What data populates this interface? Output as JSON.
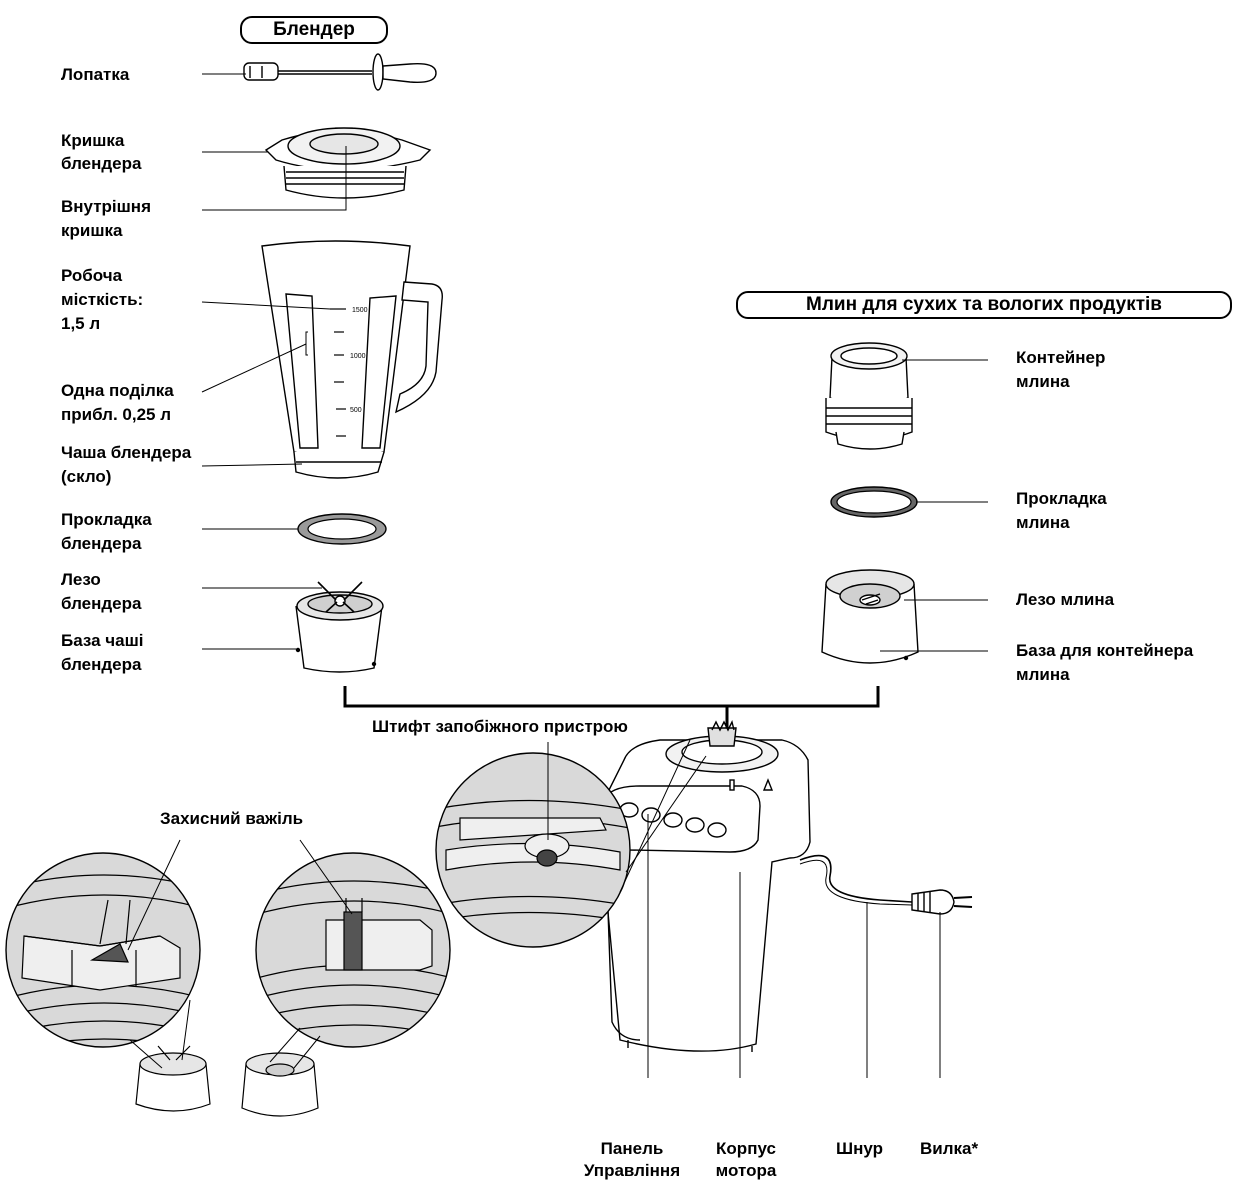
{
  "titles": {
    "blender": "Блендер",
    "grinder": "Млин для сухих та вологих продуктів"
  },
  "labels": {
    "spatula": "Лопатка",
    "lid_1": "Кришка",
    "lid_2": "блендера",
    "inner_lid_1": "Внутрішня",
    "inner_lid_2": "кришка",
    "capacity_1": "Робоча",
    "capacity_2": "місткість:",
    "capacity_3": "1,5 л",
    "division_1": "Одна поділка",
    "division_2": "прибл. 0,25 л",
    "jar_1": "Чаша блендера",
    "jar_2": "(скло)",
    "gasket_1": "Прокладка",
    "gasket_2": "блендера",
    "blade_1": "Лезо",
    "blade_2": "блендера",
    "base_1": "База чаші",
    "base_2": "блендера",
    "grinder_container_1": "Контейнер",
    "grinder_container_2": "млина",
    "grinder_gasket_1": "Прокладка",
    "grinder_gasket_2": "млина",
    "grinder_blade": "Лезо млина",
    "grinder_base_1": "База для контейнера",
    "grinder_base_2": "млина",
    "safety_pin": "Штифт запобіжного пристрою",
    "safety_lever": "Захисний важіль",
    "panel_1": "Панель",
    "panel_2": "Управління",
    "motor_1": "Корпус",
    "motor_2": "мотора",
    "cord": "Шнур",
    "plug": "Вилка*"
  },
  "scale_marks": [
    "1500",
    "1000",
    "500"
  ],
  "colors": {
    "line": "#000000",
    "light_gray": "#d9d9d9",
    "mid_gray": "#b0b0b0",
    "dark_gray": "#555555"
  }
}
